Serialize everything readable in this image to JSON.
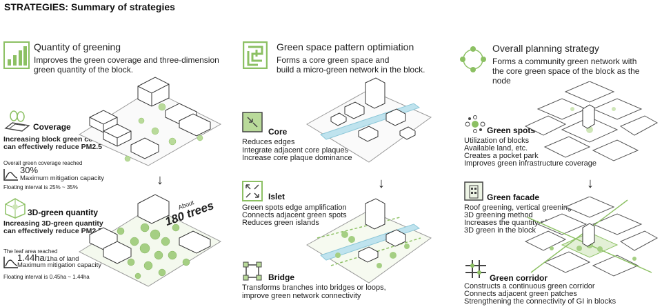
{
  "title": "STRATEGIES: Summary of strategies",
  "col1": {
    "heading": "Quantity of greening",
    "desc1": "Improves the green coverage and three-dimension",
    "desc2": "green quantity of the block.",
    "coverage": {
      "label": "Coverage",
      "line1": "Increasing block green coverage",
      "line2": "can effectively reduce PM2.5",
      "reached": "Overall green coverage reached",
      "value": "30%",
      "mitigation": "Maximum mitigation capacity",
      "interval": "Floating interval is 25% ~ 35%"
    },
    "green3d": {
      "label": "3D-green quantity",
      "line1": "Increasing 3D-green quantity",
      "line2": "can effectively reduce PM2.5",
      "reached": "The leaf area reached",
      "value": "1.44ha",
      "unit": "/1ha of land",
      "mitigation": "Maximum mitigation capacity",
      "interval": "Floating interval is 0.45ha ~ 1.44ha"
    },
    "about": "About",
    "trees": "180 trees"
  },
  "col2": {
    "heading": "Green space pattern optimiation",
    "desc1": "Forms a core green space and",
    "desc2": "build a micro-green network in the block.",
    "core": {
      "label": "Core",
      "items": [
        "Reduces edges",
        "Integrate adjacent core plaques",
        "Increase core plaque dominance"
      ]
    },
    "islet": {
      "label": "Islet",
      "items": [
        "Green spots edge amplification",
        "Connects adjacent green spots",
        "Reduces green islands"
      ]
    },
    "bridge": {
      "label": "Bridge",
      "items": [
        "Transforms branches into bridges or loops,",
        "improve green network connectivity"
      ]
    }
  },
  "col3": {
    "heading": "Overall planning strategy",
    "desc1": "Forms a community green network with",
    "desc2": "the core green space of the block as the",
    "desc3": "node",
    "spots": {
      "label": "Green spots",
      "items": [
        "Utilization of blocks",
        "Available land, etc.",
        "Creates a pocket park",
        "Improves green infrastructure coverage"
      ]
    },
    "facade": {
      "label": "Green facade",
      "items": [
        "Roof greening, vertical greening",
        "3D greening method",
        "Increases the quantity of",
        "3D green in the block"
      ]
    },
    "corridor": {
      "label": "Green corridor",
      "items": [
        "Constructs a continuous green corridor",
        "Connects adjacent green patches",
        "Strengthening the connectivity of GI in blocks"
      ]
    }
  },
  "arrow": "↓",
  "colors": {
    "green": "#8cc063",
    "light_green": "#cfe6b8",
    "water": "#bfe3ee",
    "gray": "#555555"
  }
}
